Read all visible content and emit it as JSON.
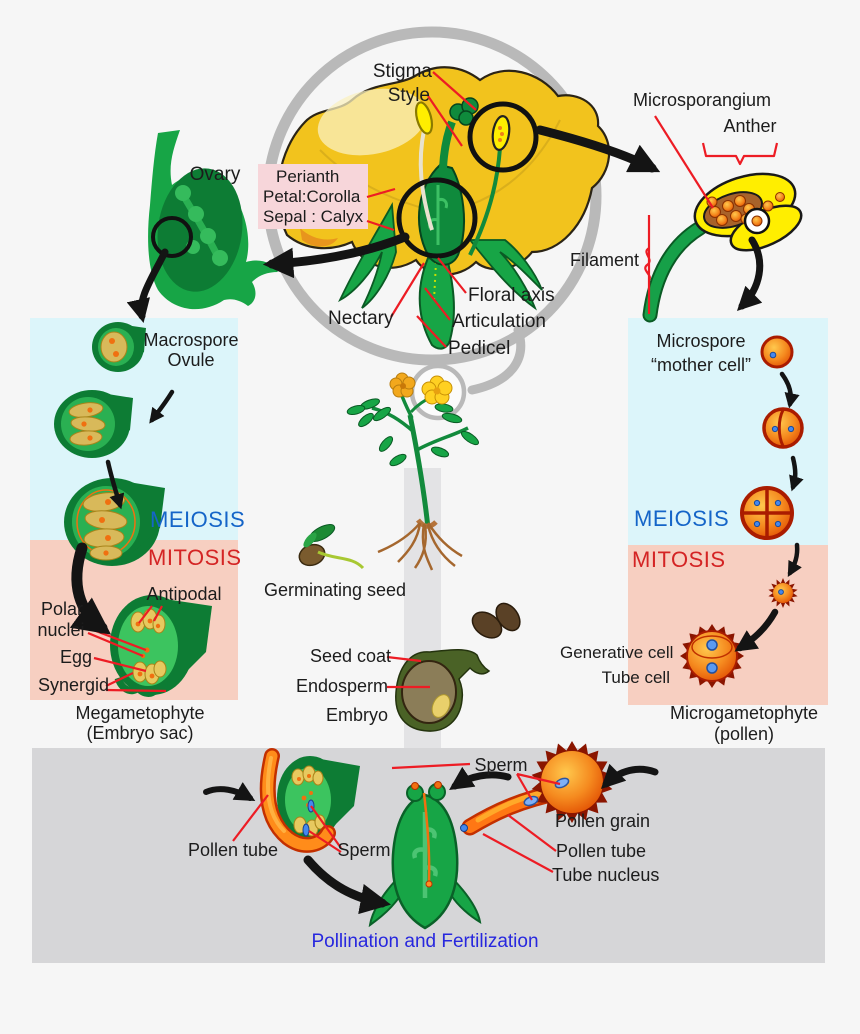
{
  "palette": {
    "background": "#f6f6f6",
    "stage_box_blue": "#dcf5fa",
    "stage_box_pink": "#f7cfc1",
    "perianth_box_pink": "#f7d6da",
    "fertilization_box_gray": "#d6d6d8",
    "meiosis_blue": "#1565c8",
    "mitosis_red": "#d42424",
    "caption_blue": "#2727de",
    "leader_line_red": "#ed1c24",
    "petal_yellow": "#f2c31d",
    "pistil_green": "#17a546",
    "pollen_orange": "#f58a1f"
  },
  "flower": {
    "stigma": "Stigma",
    "style": "Style",
    "perianth": [
      "Perianth",
      "Petal:Corolla",
      "Sepal : Calyx"
    ],
    "floral_axis": "Floral axis",
    "nectary": "Nectary",
    "articulation": "Articulation",
    "pedicel": "Pedicel",
    "ovary": "Ovary"
  },
  "female": {
    "macrospore": "Macrospore",
    "ovule": "Ovule",
    "meiosis": "MEIOSIS",
    "mitosis": "MITOSIS",
    "antipodal": "Antipodal",
    "polar_line1": "Polar",
    "polar_line2": "nuclei",
    "egg": "Egg",
    "synergid": "Synergid",
    "megametophyte": "Megametophyte",
    "embryo_sac": "(Embryo sac)"
  },
  "male": {
    "microsporangium": "Microsporangium",
    "anther": "Anther",
    "filament": "Filament",
    "microspore_line1": "Microspore",
    "microspore_line2": "“mother cell”",
    "meiosis": "MEIOSIS",
    "mitosis": "MITOSIS",
    "generative_cell": "Generative cell",
    "tube_cell": "Tube cell",
    "microgametophyte": "Microgametophyte",
    "pollen": "(pollen)"
  },
  "center": {
    "germinating_seed": "Germinating seed",
    "seed_coat": "Seed coat",
    "endosperm": "Endosperm",
    "embryo": "Embryo"
  },
  "fertilization": {
    "sperm_left": "Sperm",
    "pollen_tube_left": "Pollen tube",
    "sperm_right": "Sperm",
    "pollen_grain": "Pollen grain",
    "pollen_tube_right": "Pollen tube",
    "tube_nucleus": "Tube nucleus",
    "caption": "Pollination and Fertilization"
  }
}
